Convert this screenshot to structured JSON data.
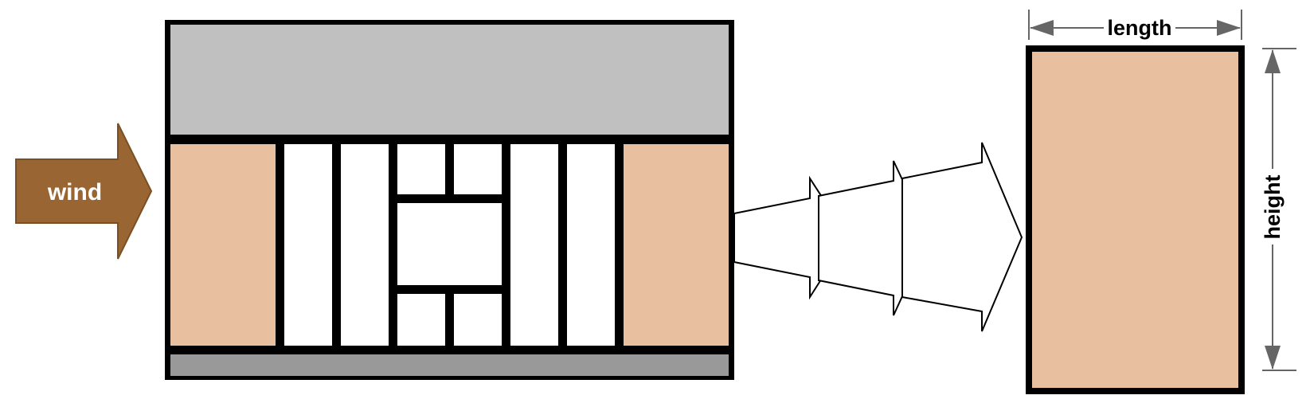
{
  "labels": {
    "wind": "wind",
    "length": "length",
    "height": "height"
  },
  "colors": {
    "wind_arrow": "#996633",
    "wind_text": "#ffffff",
    "roof": "#c0c0c0",
    "base": "#999999",
    "tan_panel": "#e8c0a0",
    "outline": "#000000",
    "dimension_line": "#666666",
    "background": "#ffffff"
  },
  "icons": {
    "wind_arrow": "block-arrow-right",
    "projection_chevrons": "expanding-chevron-arrows",
    "length_dimension": "double-headed-arrow-horizontal",
    "height_dimension": "double-headed-arrow-vertical"
  }
}
